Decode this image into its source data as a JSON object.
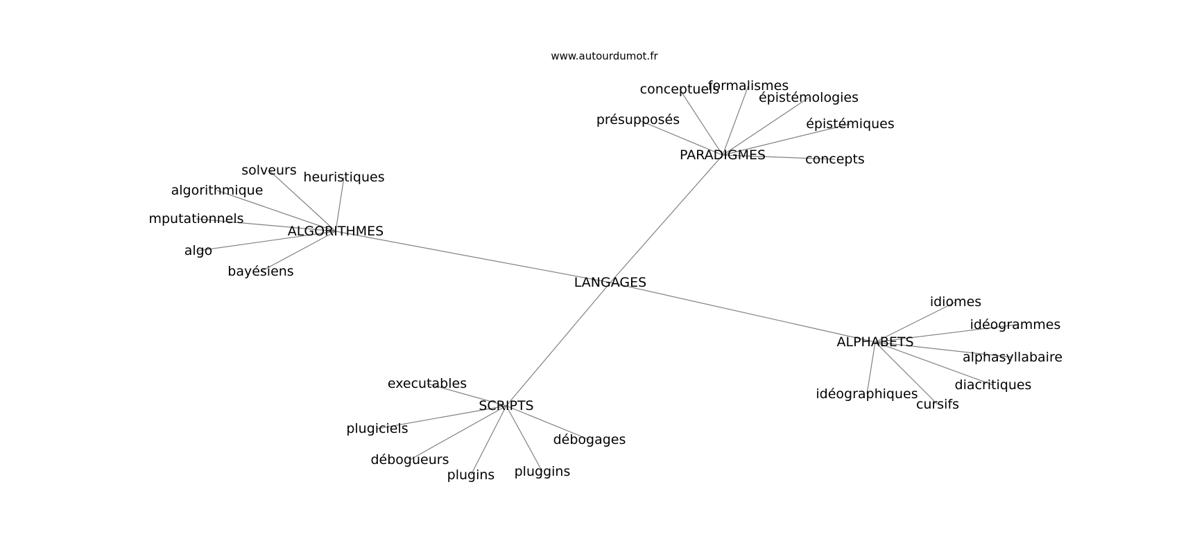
{
  "source": "www.autourdumot.fr",
  "graph": {
    "root": "LANGAGES",
    "groups": [
      {
        "hub": "PARADIGMES",
        "leaves": [
          "conceptuels",
          "formalismes",
          "épistémologies",
          "épistémiques",
          "présupposés",
          "concepts"
        ]
      },
      {
        "hub": "ALGORITHMES",
        "leaves": [
          "solveurs",
          "heuristiques",
          "algorithmique",
          "mputationnels",
          "algo",
          "bayésiens"
        ]
      },
      {
        "hub": "ALPHABETS",
        "leaves": [
          "idiomes",
          "idéogrammes",
          "alphasyllabaire",
          "diacritiques",
          "idéographiques",
          "cursifs"
        ]
      },
      {
        "hub": "SCRIPTS",
        "leaves": [
          "executables",
          "plugiciels",
          "débogueurs",
          "plugins",
          "pluggins",
          "débogages"
        ]
      }
    ]
  }
}
